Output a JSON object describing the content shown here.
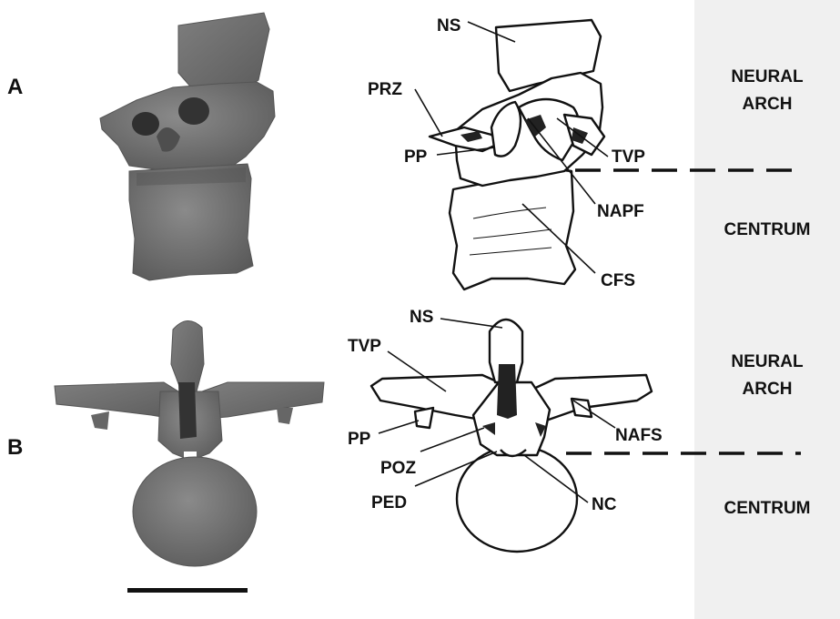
{
  "panels": {
    "A": "A",
    "B": "B"
  },
  "regions": {
    "top": {
      "neural_arch_line1": "NEURAL",
      "neural_arch_line2": "ARCH",
      "centrum": "CENTRUM"
    },
    "bottom": {
      "neural_arch_line1": "NEURAL",
      "neural_arch_line2": "ARCH",
      "centrum": "CENTRUM"
    }
  },
  "labels_a": {
    "ns": "NS",
    "prz": "PRZ",
    "pp": "PP",
    "tvp": "TVP",
    "napf": "NAPF",
    "cfs": "CFS"
  },
  "labels_b": {
    "ns": "NS",
    "tvp": "TVP",
    "pp": "PP",
    "poz": "POZ",
    "ped": "PED",
    "nc": "NC",
    "nafs": "NAFS"
  },
  "colors": {
    "fossil": "#6b6b6b",
    "fossil_dark": "#4a4a4a",
    "line": "#111111",
    "panel_bg": "#f0f0f0"
  }
}
